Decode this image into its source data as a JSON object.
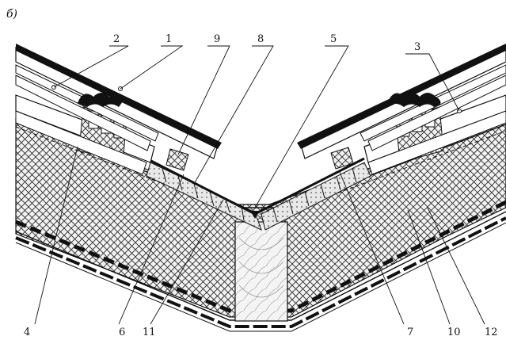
{
  "figure": {
    "subfigure_label": "б)"
  },
  "callouts": {
    "top": [
      "2",
      "1",
      "9",
      "8",
      "5",
      "3"
    ],
    "bottom": [
      "4",
      "6",
      "11",
      "7",
      "10",
      "12"
    ]
  }
}
